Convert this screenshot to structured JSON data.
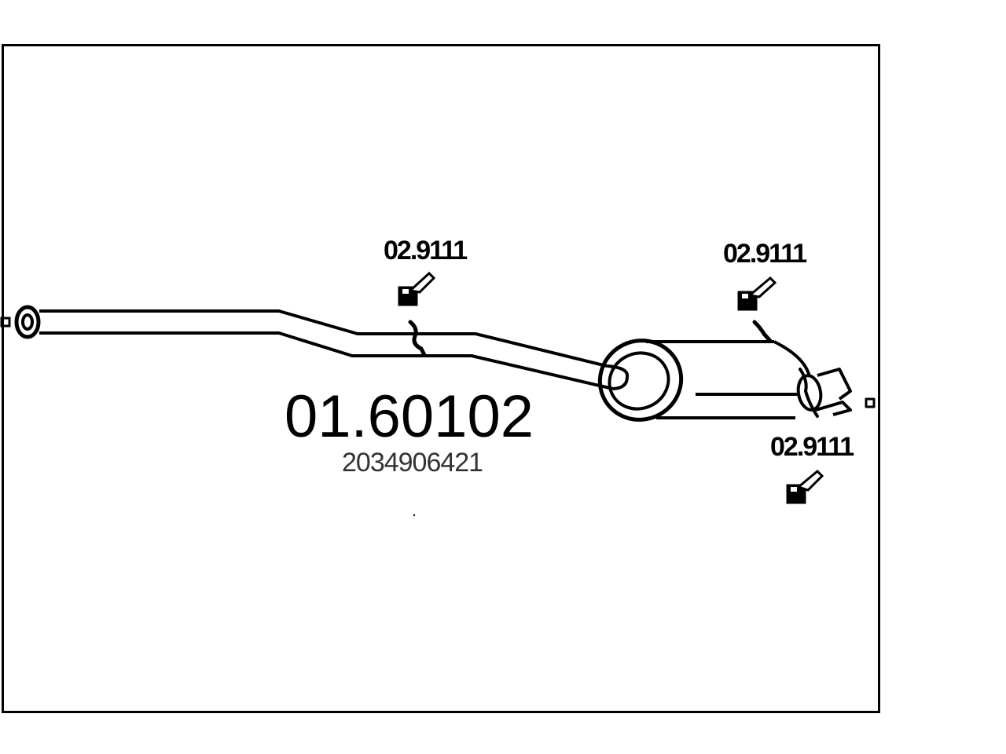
{
  "diagram": {
    "part_number": "01.60102",
    "oem_number": "2034906421",
    "brackets": [
      {
        "label": "02.9111",
        "icon": "rubber-mount-icon"
      },
      {
        "label": "02.9111",
        "icon": "rubber-mount-icon"
      },
      {
        "label": "02.9111",
        "icon": "rubber-mount-icon"
      }
    ],
    "colors": {
      "line": "#000000",
      "background": "#ffffff"
    }
  }
}
